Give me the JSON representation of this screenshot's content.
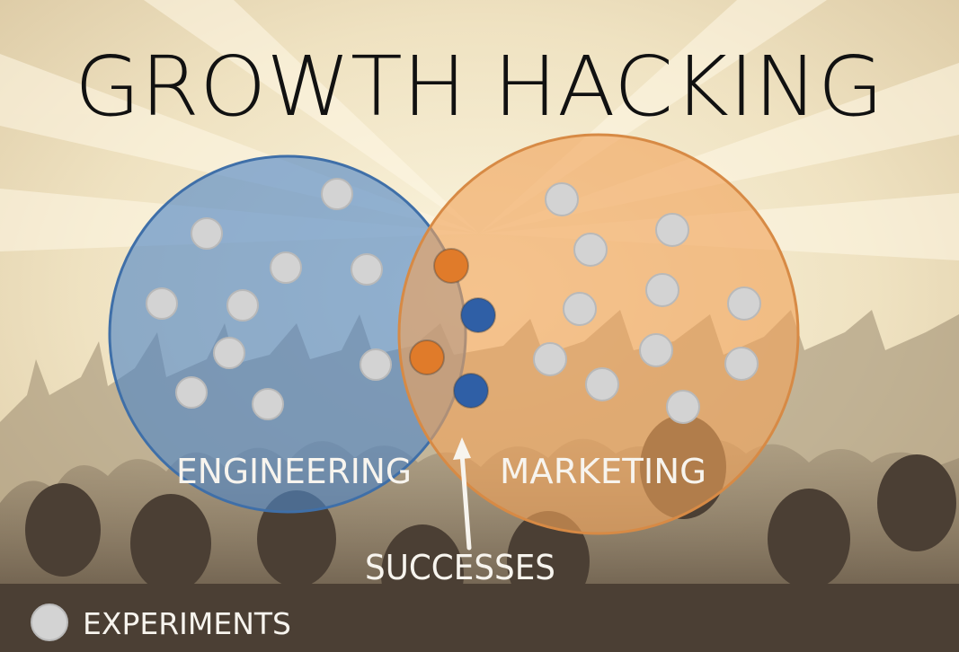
{
  "title": "GROWTH HACKING",
  "sets": {
    "left_label": "ENGINEERING",
    "right_label": "MARKETING"
  },
  "intersection_label": "SUCCESSES",
  "legend": {
    "experiments_label": "EXPERIMENTS"
  },
  "colors": {
    "background": "#f3ecd9",
    "title": "#111111",
    "engineering_fill": "#4f86c6",
    "marketing_fill": "#f0a35b",
    "experiment_dot": "#d3d3d3",
    "success_orange": "#e07b2a",
    "success_blue": "#2f5fa6",
    "label_text": "#f7f4ee",
    "crowd": "#4b3f34"
  },
  "icons": {
    "pointer_arrow": "arrow-up-icon",
    "legend_dot": "experiment-dot-icon"
  }
}
